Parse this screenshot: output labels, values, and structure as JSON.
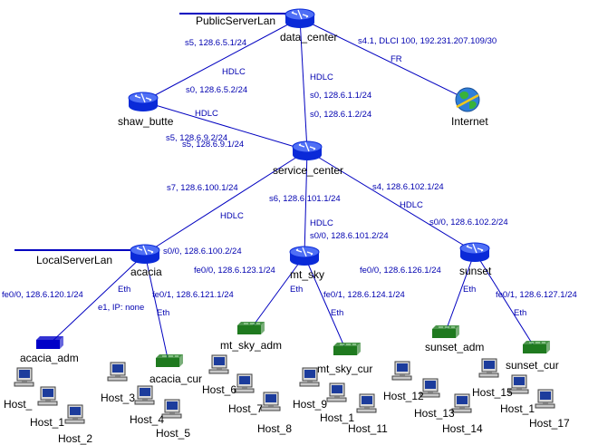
{
  "colors": {
    "link": "#0000c0",
    "router_fill": "#0a2ad8",
    "router_top": "#4f6ff5",
    "switch_fill": "#1f7a1f",
    "blue_switch_fill": "#0000c8",
    "text": "#000000",
    "link_text": "#0000b0"
  },
  "lans": [
    {
      "id": "public",
      "name": "PublicServerLan"
    },
    {
      "id": "local",
      "name": "LocalServerLan"
    }
  ],
  "routers": [
    {
      "id": "data_center",
      "name": "data_center"
    },
    {
      "id": "shaw_butte",
      "name": "shaw_butte"
    },
    {
      "id": "service_center",
      "name": "service_center"
    },
    {
      "id": "acacia",
      "name": "acacia"
    },
    {
      "id": "mt_sky",
      "name": "mt_sky"
    },
    {
      "id": "sunset",
      "name": "sunset"
    }
  ],
  "cloud": {
    "id": "internet",
    "name": "Internet",
    "icon": "globe-icon"
  },
  "switches": [
    {
      "id": "acacia_adm",
      "name": "acacia_adm",
      "variant": "blue"
    },
    {
      "id": "acacia_cur",
      "name": "acacia_cur",
      "variant": "green"
    },
    {
      "id": "mt_sky_adm",
      "name": "mt_sky_adm",
      "variant": "green"
    },
    {
      "id": "mt_sky_cur",
      "name": "mt_sky_cur",
      "variant": "green"
    },
    {
      "id": "sunset_adm",
      "name": "sunset_adm",
      "variant": "green"
    },
    {
      "id": "sunset_cur",
      "name": "sunset_cur",
      "variant": "green"
    }
  ],
  "hosts": [
    {
      "id": "h0",
      "name": "Host_"
    },
    {
      "id": "h1",
      "name": "Host_1"
    },
    {
      "id": "h2",
      "name": "Host_2"
    },
    {
      "id": "h3",
      "name": "Host_3"
    },
    {
      "id": "h4",
      "name": "Host_4"
    },
    {
      "id": "h5",
      "name": "Host_5"
    },
    {
      "id": "h6",
      "name": "Host_6"
    },
    {
      "id": "h7",
      "name": "Host_7"
    },
    {
      "id": "h8",
      "name": "Host_8"
    },
    {
      "id": "h9",
      "name": "Host_9"
    },
    {
      "id": "h10",
      "name": "Host_1"
    },
    {
      "id": "h11",
      "name": "Host_11"
    },
    {
      "id": "h12",
      "name": "Host_12"
    },
    {
      "id": "h13",
      "name": "Host_13"
    },
    {
      "id": "h14",
      "name": "Host_14"
    },
    {
      "id": "h15",
      "name": "Host_15"
    },
    {
      "id": "h16",
      "name": "Host_1"
    },
    {
      "id": "h17",
      "name": "Host_17"
    }
  ],
  "links": [
    {
      "id": "dc-sb",
      "a": "data_center",
      "b": "shaw_butte",
      "type": "HDLC"
    },
    {
      "id": "dc-sc",
      "a": "data_center",
      "b": "service_center",
      "type": "HDLC"
    },
    {
      "id": "dc-inet",
      "a": "data_center",
      "b": "internet",
      "type": "FR"
    },
    {
      "id": "sb-sc",
      "a": "shaw_butte",
      "b": "service_center",
      "type": "HDLC"
    },
    {
      "id": "sc-ac",
      "a": "service_center",
      "b": "acacia",
      "type": "HDLC"
    },
    {
      "id": "sc-ms",
      "a": "service_center",
      "b": "mt_sky",
      "type": "HDLC"
    },
    {
      "id": "sc-ss",
      "a": "service_center",
      "b": "sunset",
      "type": "HDLC"
    },
    {
      "id": "ac-adm",
      "a": "acacia",
      "b": "acacia_adm",
      "type": "Eth"
    },
    {
      "id": "ac-cur",
      "a": "acacia",
      "b": "acacia_cur",
      "type": "Eth"
    },
    {
      "id": "ms-adm",
      "a": "mt_sky",
      "b": "mt_sky_adm",
      "type": "Eth"
    },
    {
      "id": "ms-cur",
      "a": "mt_sky",
      "b": "mt_sky_cur",
      "type": "Eth"
    },
    {
      "id": "ss-adm",
      "a": "sunset",
      "b": "sunset_adm",
      "type": "Eth"
    },
    {
      "id": "ss-cur",
      "a": "sunset",
      "b": "sunset_cur",
      "type": "Eth"
    }
  ],
  "interfaces": {
    "dc_s5": "s5, 128.6.5.1/24",
    "dc_s4": "s4.1, DLCI 100, 192.231.207.109/30",
    "sb_s0": "s0, 128.6.5.2/24",
    "dc_s0": "s0, 128.6.1.1/24",
    "sc_s0": "s0, 128.6.1.2/24",
    "sb_s5": "s5, 128.6.9.2/24",
    "sc_s5": "s5, 128.6.9.1/24",
    "sc_s7": "s7, 128.6.100.1/24",
    "sc_s6": "s6, 128.6.101.1/24",
    "sc_s4": "s4, 128.6.102.1/24",
    "ss_s00": "s0/0, 128.6.102.2/24",
    "ac_s00": "s0/0, 128.6.100.2/24",
    "ms_s00": "s0/0, 128.6.101.2/24",
    "ac_fe00": "fe0/0, 128.6.120.1/24",
    "ac_fe01": "fe0/1, 128.6.121.1/24",
    "ac_e1": "e1, IP: none",
    "ms_fe00": "fe0/0, 128.6.123.1/24",
    "ms_fe01": "fe0/1, 128.6.124.1/24",
    "ss_fe00": "fe0/0, 128.6.126.1/24",
    "ss_fe01": "fe0/1, 128.6.127.1/24"
  }
}
